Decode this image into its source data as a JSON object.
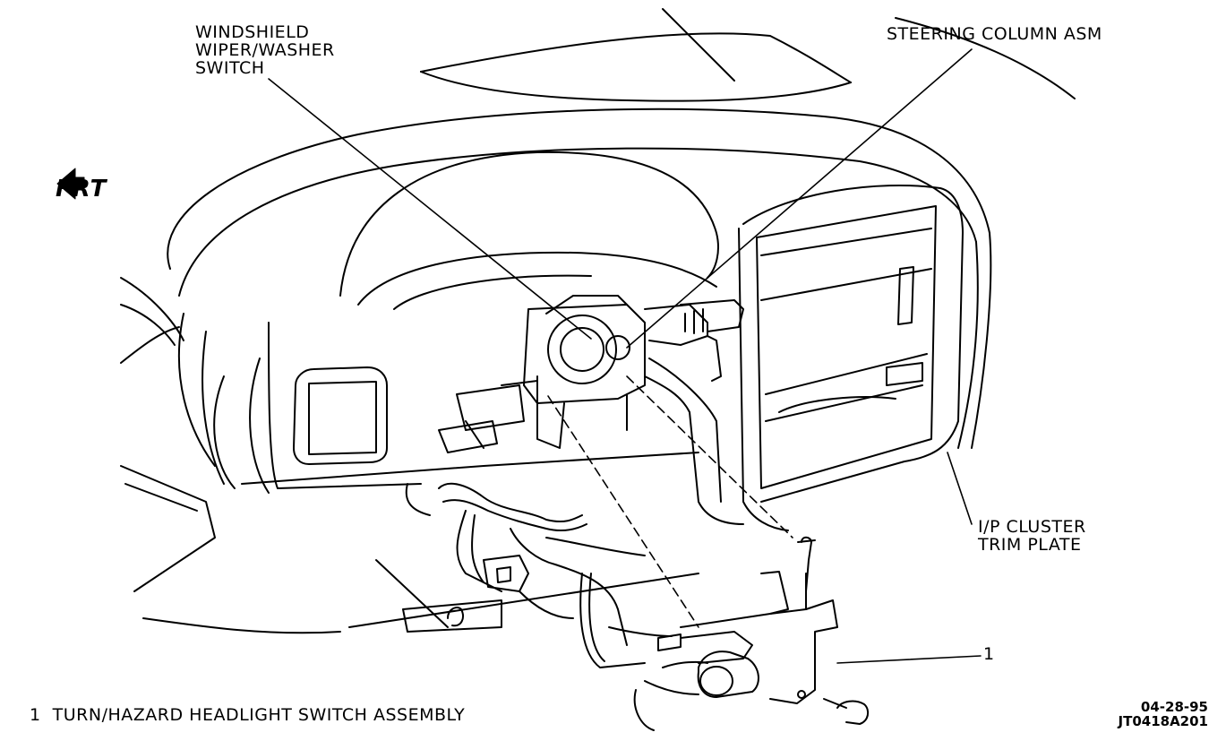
{
  "labels": {
    "wiper_switch": "WINDSHIELD\nWIPER/WASHER\nSWITCH",
    "steering_column": "STEERING COLUMN ASM",
    "cluster_trim_plate": "I/P CLUSTER\nTRIM PLATE",
    "callout_number": "1",
    "front_indicator": "FRT"
  },
  "legend": {
    "items": [
      "1  TURN/HAZARD HEADLIGHT SWITCH ASSEMBLY"
    ]
  },
  "footer": {
    "date": "04-28-95",
    "drawing_code": "JT0418A201"
  },
  "icons": {
    "front_arrow": "front-arrow-icon"
  },
  "colors": {
    "ink": "#000000",
    "background": "#ffffff"
  }
}
